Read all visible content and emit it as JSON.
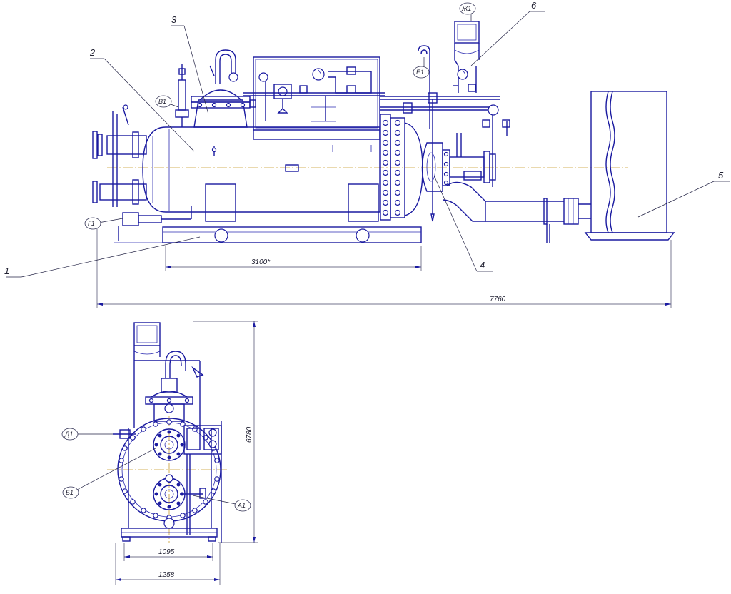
{
  "callouts": {
    "n1": "1",
    "n2": "2",
    "n3": "3",
    "n4": "4",
    "n5": "5",
    "n6": "6"
  },
  "bubbles": {
    "zh": "Ж1",
    "e": "Е1",
    "v": "В1",
    "g": "Г1",
    "d": "Д1",
    "b": "Б1",
    "a": "А1"
  },
  "dimensions": {
    "length_boiler": "3100*",
    "length_total": "7760",
    "height": "6780",
    "width_inner": "1095",
    "width_outer": "1258"
  },
  "colors": {
    "line": "#1a1aa0",
    "axis": "#c99b2a"
  }
}
